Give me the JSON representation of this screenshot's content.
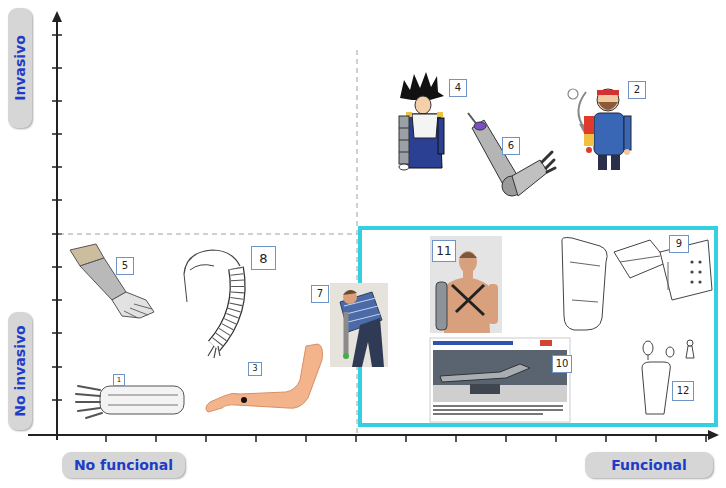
{
  "diagram": {
    "nodes": [
      {
        "text": [
          "Invasivo"
        ]
      },
      {
        "text": [
          "4"
        ]
      },
      {
        "text": [
          "2"
        ]
      },
      {
        "text": [
          "6"
        ]
      },
      {
        "text": [
          "9"
        ]
      },
      {
        "text": [
          "11"
        ]
      },
      {
        "text": [
          "8"
        ]
      },
      {
        "text": [
          "5"
        ]
      },
      {
        "text": [
          "7"
        ]
      },
      {
        "text": [
          "No invasivo"
        ]
      },
      {
        "text": [
          "10"
        ]
      },
      {
        "text": [
          "3"
        ]
      },
      {
        "text": [
          "1"
        ]
      },
      {
        "text": [
          "12"
        ]
      },
      {
        "text": [
          "No funcional"
        ]
      },
      {
        "text": [
          "Funcional"
        ]
      }
    ]
  }
}
